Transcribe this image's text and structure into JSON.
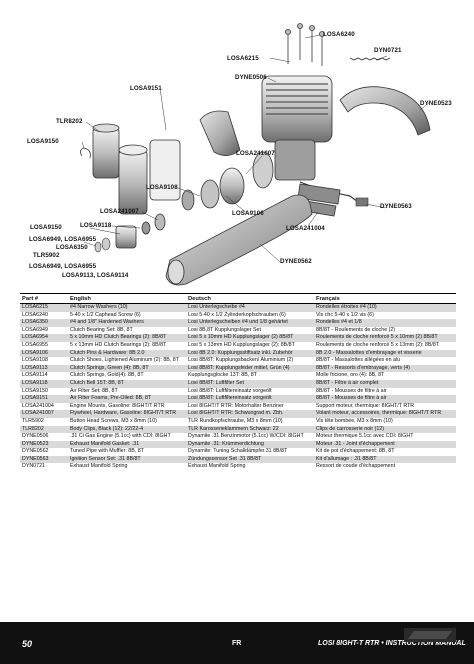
{
  "callouts": {
    "losa6240": "LOSA6240",
    "dyn0721": "DYN0721",
    "losa6215": "LOSA6215",
    "dyne0506": "DYNE0506",
    "losa9151": "LOSA9151",
    "dyne0523": "DYNE0523",
    "tlr8202": "TLR8202",
    "losa9150_top": "LOSA9150",
    "losa241007_a": "LOSA241007",
    "losa9108": "LOSA9108",
    "dyne0563": "DYNE0563",
    "losa241007_b": "LOSA241007",
    "losa9106": "LOSA9106",
    "losa9150_bottom": "LOSA9150",
    "losa9118": "LOSA9118",
    "losa241004": "LOSA241004",
    "losa6949_6955": "LOSA6949, LOSA6955",
    "losa6350": "LOSA6350",
    "tlr5902": "TLR5902",
    "losa6949_6955_b": "LOSA6949, LOSA6955",
    "losa9113_9114": "LOSA9113, LOSA9114",
    "dyne0562": "DYNE0562"
  },
  "table": {
    "headers": {
      "part": "Part #",
      "english": "English",
      "deutsch": "Deutsch",
      "francais": "Français"
    },
    "rows": [
      {
        "part": "LOSA6215",
        "english": "#4 Narrow Washers (10)",
        "deutsch": "Losi Unterlegscheibe #4",
        "francais": "Rondelles étroites #4 (10)"
      },
      {
        "part": "LOSA6240",
        "english": "5-40 x 1/2 Caphead Screw (6)",
        "deutsch": "Losi 5-40 x 1/2 Zylinderkopfschrauben (6)",
        "francais": "Vis chc 5-40 x 1/2 vis (6)"
      },
      {
        "part": "LOSA6350",
        "english": "#4 and 1/8\" Hardened Washers",
        "deutsch": "Losi Unterlegscheiben #4 und 1/8 gehärtet",
        "francais": "Rondelles #4 et 1/8"
      },
      {
        "part": "LOSA6949",
        "english": "Clutch Bearing Set: 8B, 8T",
        "deutsch": "Losi 8B,8T Kupplungslager Set",
        "francais": "8B/8T - Roulements de cloche (2)"
      },
      {
        "part": "LOSA6954",
        "english": "5 x 10mm HD Clutch Bearings (2): 8B/8T",
        "deutsch": "Losi 5 x 10mm HD Kupplungslager (2) 8B/8T",
        "francais": "Roulements de cloche renforcé 5 x 10mm (2) 8B/8T"
      },
      {
        "part": "LOSA6955",
        "english": "5 x 13mm HD Clutch Bearings (2): 8B/8T",
        "deutsch": "Losi 5 x 13mm HD Kupplungslager (2): 8B/8T",
        "francais": "Roulements de cloche renforcé 5 x 13mm (2): 8B/8T"
      },
      {
        "part": "LOSA9106",
        "english": "Clutch Pins & Hardware: 8B 2.0",
        "deutsch": "Losi 8B 2.0: Kupplungsstiftsatz inkl. Zubehör",
        "francais": "8B 2.0 - Massalottes d'embrayage et visserie"
      },
      {
        "part": "LOSA9108",
        "english": "Clutch Shoes, Lightened Aluminum (2): 8B, 8T",
        "deutsch": "Losi 8B/8T: Kupplungsbacken/ Aluminium (2)",
        "francais": "8B/8T - Massalottes allégées en alu"
      },
      {
        "part": "LOSA9113",
        "english": "Clutch Springs, Green (4): 8B, 8T",
        "deutsch": "Losi 8B/8T: Kupplungsfeder mittel, Grün (4)",
        "francais": "8B/8T - Ressorts d'embrayage, verts (4)"
      },
      {
        "part": "LOSA9114",
        "english": "Clutch Springs, Gold(4): 8B, 8T",
        "deutsch": "Kupplungsglocke 13T: 8B, 8T",
        "francais": "Molle fricione, oro (4): 8B, 8T"
      },
      {
        "part": "LOSA9118",
        "english": "Clutch Bell 15T: 8B, 8T",
        "deutsch": "Losi 8B/8T: Luftfilter Set",
        "francais": "8B/8T - Filtre à air complet"
      },
      {
        "part": "LOSA9150",
        "english": "Air Filter Set: 8B, 8T",
        "deutsch": "Losi 8B/8T: Luftfiltereinsatz vorgeölt",
        "francais": "8B/8T - Mousses de filtre à air"
      },
      {
        "part": "LOSA9151",
        "english": "Air Filter Foams, Pre-Oiled: 8B, 8T",
        "deutsch": "Losi 8B/8T: Luftfiltereinsatz vorgeölt",
        "francais": "8B/8T - Mousses de filtre à air"
      },
      {
        "part": "LOSA241004",
        "english": "Engine Mounts, Gasoline: 8IGHT/T RTR",
        "deutsch": "Losi 8IGHT/T RTR: Motorhalter Benziner",
        "francais": "Support moteur, thermique: 8IGHT/T RTR"
      },
      {
        "part": "LOSA241007",
        "english": "Flywheel, Hardware, Gasoline: 8IGHT/T RTR",
        "deutsch": "Losi 8IGHT/T RTR: Schwungrad m. Zbh.",
        "francais": "Volant moteur, accessoires, thermique: 8IGHT/T RTR"
      },
      {
        "part": "TLR5902",
        "english": "Button Head Screws, M3 x 8mm (10)",
        "deutsch": "TLR Rundkopfschraube, M3 x 8mm (10)",
        "francais": "Vis tête bombée, M3 x 8mm (10)"
      },
      {
        "part": "TLR8202",
        "english": "Body Clips, Black (12): 22/22-4",
        "deutsch": "TLR Karosserieklammern Schwarz: 22",
        "francais": "Clips de carrosserie noir (12)"
      },
      {
        "part": "DYNE0506",
        "english": ".31 Ci Gas Engine (5.1cc) with CDI: 8IGHT",
        "deutsch": "Dynamite .31 Benzinmotor (5.1cc) W/CDI: 8IGHT",
        "francais": "Moteur thermique 5.1cc avec CDI: 8IGHT"
      },
      {
        "part": "DYNE0523",
        "english": "Exhaust Manifold Gasket: .31",
        "deutsch": "Dynamite .31: Krümmerdichtung",
        "francais": "Moteur .31 - Joint d'échappement"
      },
      {
        "part": "DYNE0562",
        "english": "Tuned Pipe with Muffler: 8B, 8T",
        "deutsch": "Dynamite: Tuning Schalldämpfer.31 8B/8T",
        "francais": "Kit de pot d'échappement: 8B, 8T"
      },
      {
        "part": "DYNE0563",
        "english": "Ignition Sensor Set: .31 8B/8T",
        "deutsch": "Zündungssensor Set .31 8B/8T",
        "francais": "Kit d'allumage : .31 8B/8T"
      },
      {
        "part": "DYN0721",
        "english": "Exhaust Manifold Spring",
        "deutsch": "Exhaust Manifold Spring",
        "francais": "Ressort de coude d'échappement"
      }
    ]
  },
  "footer": {
    "page_number": "50",
    "language": "FR",
    "manual_title": "LOSI 8IGHT-T RTR • INSTRUCTION MANUAL"
  }
}
